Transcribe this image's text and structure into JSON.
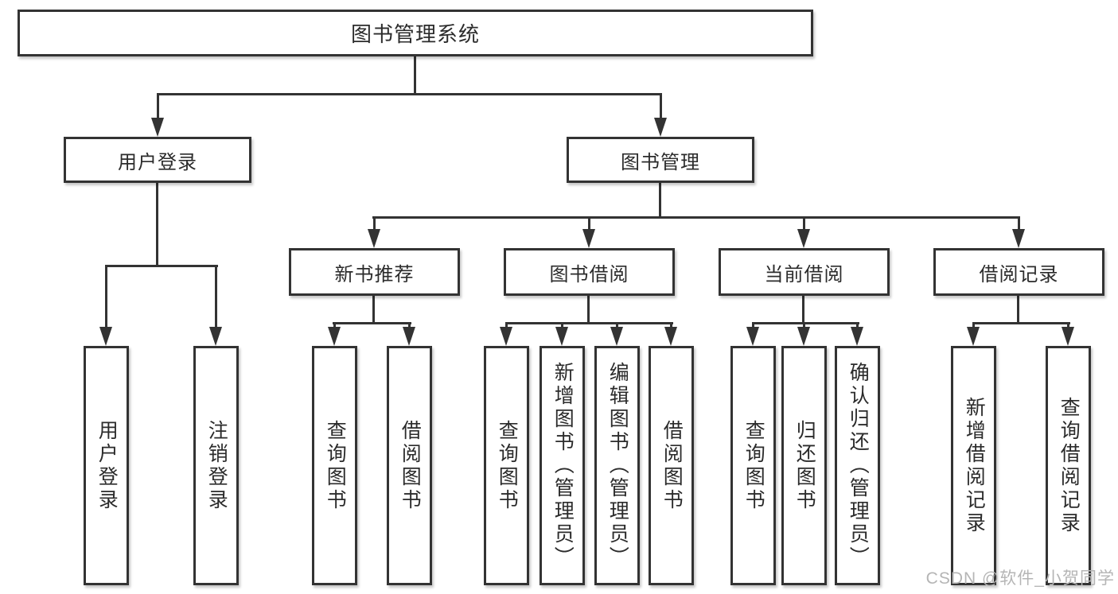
{
  "colors": {
    "line": "#333333",
    "text": "#2b2b2b",
    "background": "#ffffff",
    "watermark": "#b5b5b5"
  },
  "watermark": "CSDN @软件_小贺同学",
  "tree": {
    "root": "图书管理系统",
    "login_branch": {
      "label": "用户登录",
      "leaves": [
        "用户登录",
        "注销登录"
      ]
    },
    "mgmt_branch": {
      "label": "图书管理",
      "groups": [
        {
          "label": "新书推荐",
          "leaves": [
            "查询图书",
            "借阅图书"
          ]
        },
        {
          "label": "图书借阅",
          "leaves": [
            "查询图书",
            "新增图书（管理员）",
            "编辑图书（管理员）",
            "借阅图书"
          ]
        },
        {
          "label": "当前借阅",
          "leaves": [
            "查询图书",
            "归还图书",
            "确认归还（管理员）"
          ]
        },
        {
          "label": "借阅记录",
          "leaves": [
            "新增借阅记录",
            "查询借阅记录"
          ]
        }
      ]
    }
  }
}
